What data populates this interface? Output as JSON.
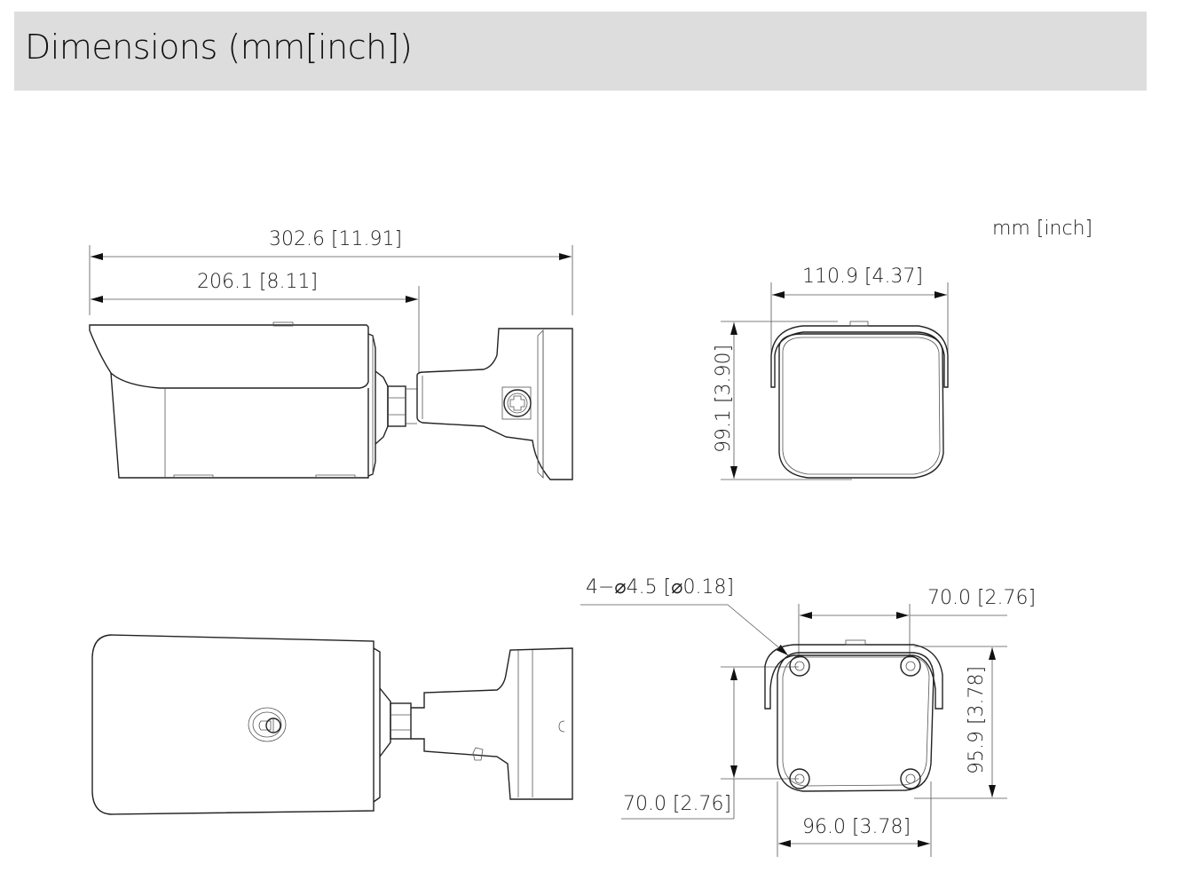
{
  "header": {
    "title": "Dimensions (mm[inch])"
  },
  "units_label": "mm [inch]",
  "views": {
    "side_view": {
      "overall_length": "302.6 [11.91]",
      "body_length": "206.1 [8.11]"
    },
    "front_view": {
      "width": "110.9 [4.37]",
      "height": "99.1 [3.90]"
    },
    "top_view": {},
    "mount_base_view": {
      "hole_spec": "4−⌀4.5 [⌀0.18]",
      "hole_spacing_horizontal": "70.0 [2.76]",
      "hole_spacing_vertical": "70.0 [2.76]",
      "base_height": "95.9 [3.78]",
      "base_width": "96.0 [3.78]"
    }
  },
  "colors": {
    "header_bg": "#dcdddc",
    "line": "#333333",
    "background": "#ffffff"
  }
}
